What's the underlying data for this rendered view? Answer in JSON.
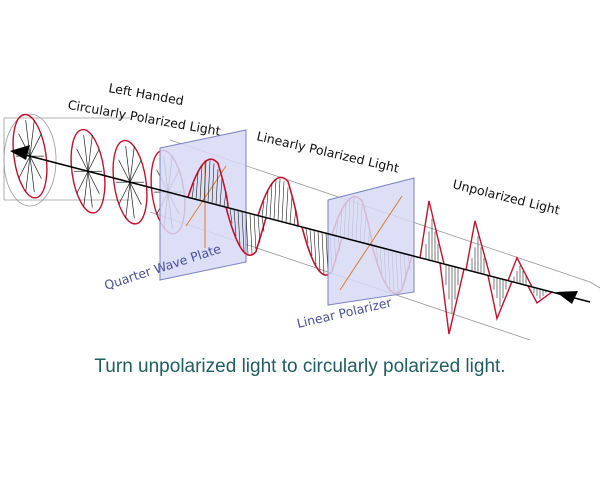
{
  "colors": {
    "wave": "#c8102e",
    "plate_fill": "#d6d9f4",
    "plate_edge": "#7d82c6",
    "blue_text": "#4a4f9e",
    "axis": "#000000",
    "caption": "#1f5e63",
    "fast_axis": "#e07a2a"
  },
  "labels": {
    "left_handed_line1": "Left Handed",
    "left_handed_line2": "Circularly Polarized Light",
    "linearly_polarized": "Linearly Polarized Light",
    "unpolarized": "Unpolarized Light",
    "quarter_wave_plate": "Quarter Wave Plate",
    "linear_polarizer": "Linear Polarizer"
  },
  "caption": "Turn unpolarized light to circularly polarized light.",
  "icons": {
    "propagation_arrow_in": "arrow-left-icon",
    "propagation_arrow_out": "arrow-left-icon"
  }
}
